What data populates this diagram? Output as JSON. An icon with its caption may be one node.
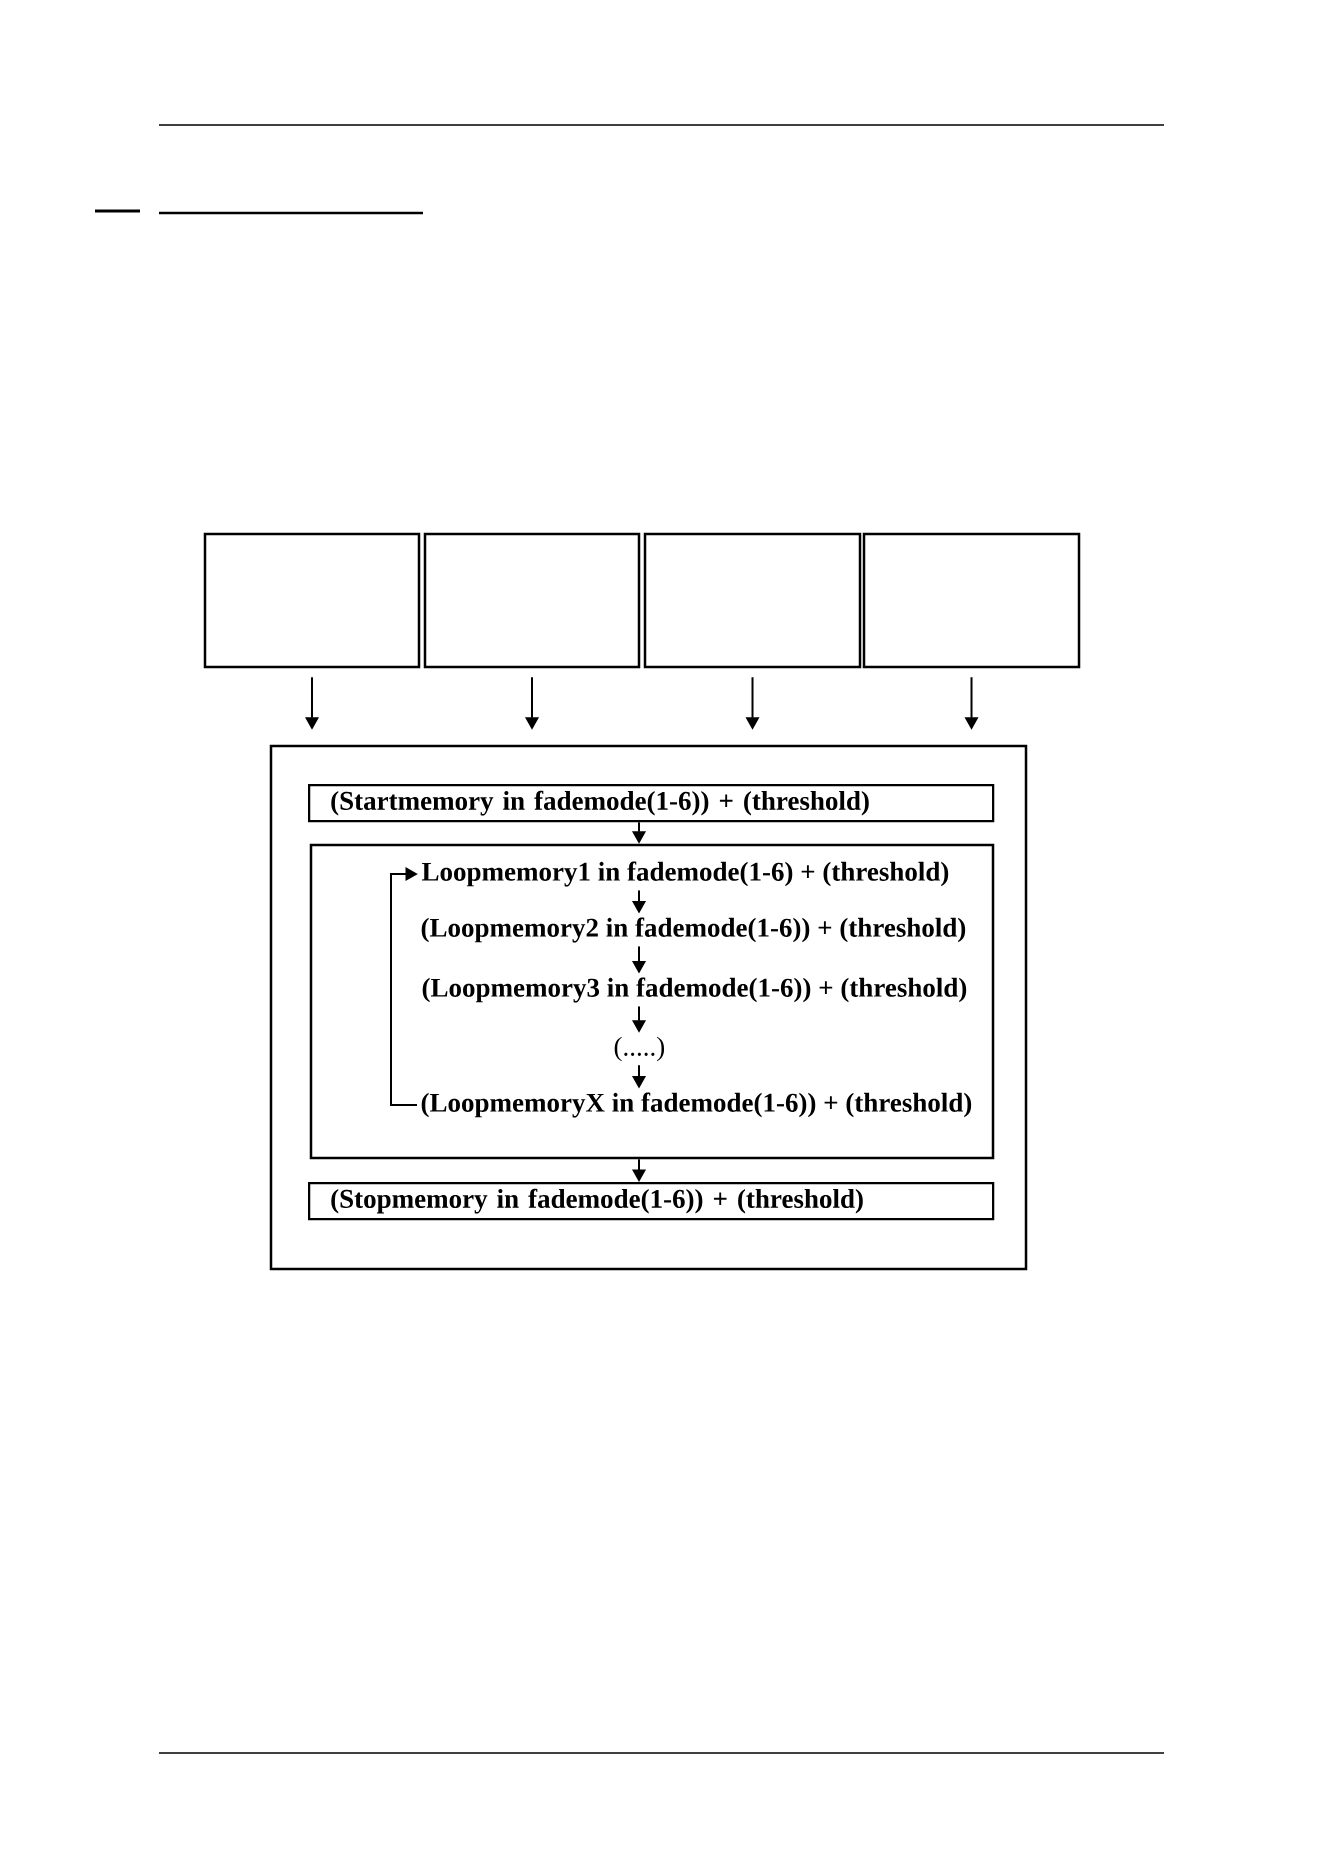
{
  "diagram": {
    "nodes": [
      {
        "text": [],
        "shape": "box"
      },
      {
        "text": [],
        "shape": "box"
      },
      {
        "text": [],
        "shape": "box"
      },
      {
        "text": [],
        "shape": "box"
      },
      {
        "text": [],
        "shape": "box"
      },
      {
        "text": [
          "(Startmemory in fademode(1-6)) + (threshold)"
        ],
        "in": 4
      },
      {
        "text": [],
        "shape": "box",
        "in": 4
      },
      {
        "text": [
          "Loopmemory1 in fademode(1-6) + (threshold)"
        ],
        "in": 6
      },
      {
        "text": [
          "(Loopmemory2 in fademode(1-6)) + (threshold)"
        ],
        "in": 6
      },
      {
        "text": [
          "(Loopmemory3 in fademode(1-6)) + (threshold)"
        ],
        "in": 6
      },
      {
        "text": [
          "(.....)"
        ],
        "in": 6
      },
      {
        "text": [
          "(LoopmemoryX in fademode(1-6)) + (threshold)"
        ],
        "in": 6
      },
      {
        "text": [
          "(Stopmemory in fademode(1-6)) + (threshold)"
        ],
        "in": 4
      }
    ],
    "edges": [
      {
        "from": 0,
        "to": 4,
        "arrow": "to"
      },
      {
        "from": 1,
        "to": 4,
        "arrow": "to"
      },
      {
        "from": 2,
        "to": 4,
        "arrow": "to"
      },
      {
        "from": 3,
        "to": 4,
        "arrow": "to"
      },
      {
        "from": 5,
        "to": 6,
        "arrow": "to"
      },
      {
        "from": 7,
        "to": 8,
        "arrow": "to"
      },
      {
        "from": 8,
        "to": 9,
        "arrow": "to"
      },
      {
        "from": 9,
        "to": 10,
        "arrow": "to"
      },
      {
        "from": 10,
        "to": 11,
        "arrow": "to"
      },
      {
        "from": 11,
        "to": 7,
        "arrow": "to"
      },
      {
        "from": 6,
        "to": 12,
        "arrow": "to"
      }
    ]
  }
}
